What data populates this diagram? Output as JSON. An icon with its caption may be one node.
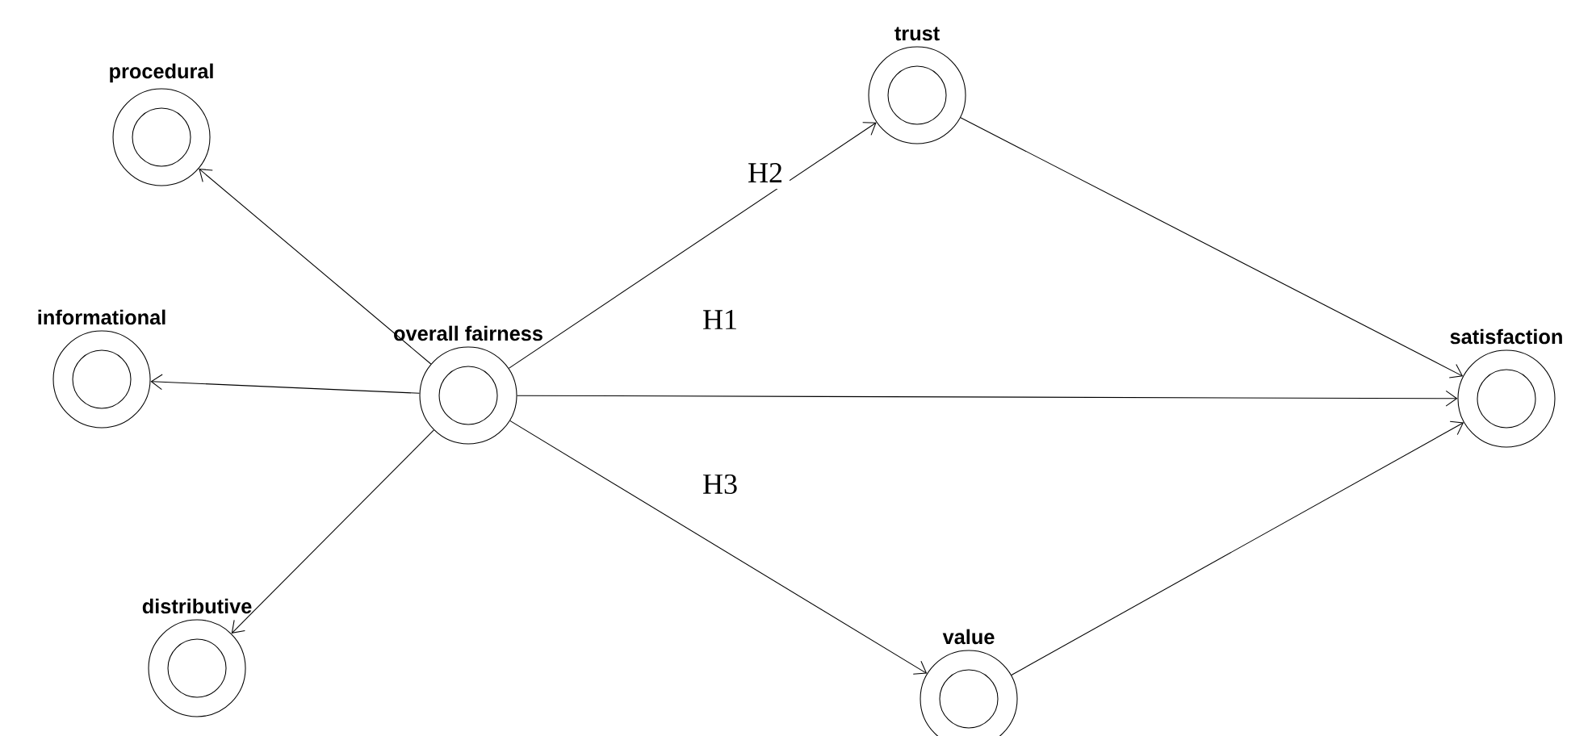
{
  "diagram": {
    "nodes": [
      {
        "text": [
          "procedural"
        ]
      },
      {
        "text": [
          "informational"
        ]
      },
      {
        "text": [
          "overall fairness"
        ]
      },
      {
        "text": [
          "distributive"
        ]
      },
      {
        "text": [
          "trust"
        ]
      },
      {
        "text": [
          "satisfaction"
        ]
      },
      {
        "text": [
          "value"
        ]
      }
    ],
    "edges": [
      {
        "from": 2,
        "to": 0,
        "arrow": "to"
      },
      {
        "from": 2,
        "to": 1,
        "arrow": "to"
      },
      {
        "from": 2,
        "to": 3,
        "arrow": "to"
      },
      {
        "from": 2,
        "to": 4,
        "arrow": "to",
        "label": "H2"
      },
      {
        "from": 2,
        "to": 5,
        "arrow": "to",
        "label": "H1"
      },
      {
        "from": 2,
        "to": 6,
        "arrow": "to",
        "label": "H3"
      },
      {
        "from": 4,
        "to": 5,
        "arrow": "to"
      },
      {
        "from": 6,
        "to": 5,
        "arrow": "to"
      }
    ]
  }
}
